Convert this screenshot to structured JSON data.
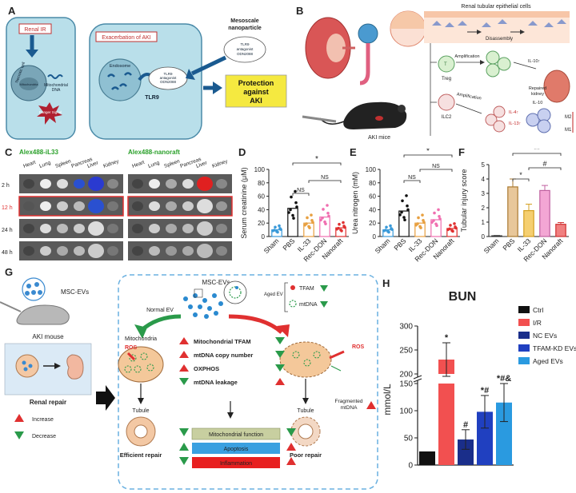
{
  "panels": {
    "A": "A",
    "B": "B",
    "C": "C",
    "D": "D",
    "E": "E",
    "F": "F",
    "G": "G",
    "H": "H"
  },
  "panel_a": {
    "renal_ir": "Renal IR",
    "necrotic_cell": "Necrotic cell",
    "mitochondria": "Mitochondria",
    "mitochondrial_dna": "Mitochondrial DNA",
    "danger_signal": "Danger Signal",
    "exacerbation": "Exacerbation of AKI",
    "endosome": "Endosome",
    "tlr9": "TLR9",
    "tlr9_antagonist": "TLR9 antagonist ODN2088",
    "mesoscale": "Mesoscale nanoparticle",
    "mesoscale_cloud": "TLR9 antagonist ODN2088",
    "protection": "Protection against AKI"
  },
  "panel_b": {
    "renal_cells": "Renal tubular epithelial cells",
    "disassembly": "Disassembly",
    "amplification1": "Amplification",
    "treg": "Treg",
    "il10": "IL-10",
    "il10r": "IL-10↑",
    "repaired": "Repaired kidney",
    "amplification2": "Amplification",
    "ilc2": "ILC2",
    "il4": "IL-4↑",
    "il13": "IL-13↑",
    "m2": "M2",
    "m1": "M1",
    "aki_mice": "AKI mice"
  },
  "panel_c": {
    "title_left": "Alex488-iL33",
    "title_right": "Alex488-nanoraft",
    "organs": [
      "Heart",
      "Lung",
      "Spleen",
      "Pancreas",
      "Liver",
      "Kidney"
    ],
    "times": [
      "2 h",
      "12 h",
      "24 h",
      "48 h"
    ]
  },
  "chart_data": [
    {
      "type": "bar",
      "panel": "D",
      "categories": [
        "Sham",
        "PBS",
        "IL-33",
        "Rec-DON",
        "Nanoraft"
      ],
      "values": [
        10,
        42,
        20,
        29,
        13
      ],
      "colors": [
        "#3a9ad9",
        "#111111",
        "#e8a040",
        "#f06fb0",
        "#e03030"
      ],
      "ylabel": "Serum creatinine (μM)",
      "ylim": [
        0,
        100
      ],
      "yticks": [
        0,
        20,
        40,
        60,
        80,
        100
      ],
      "annotations": [
        "*",
        "NS",
        "NS"
      ]
    },
    {
      "type": "bar",
      "panel": "E",
      "categories": [
        "Sham",
        "PBS",
        "IL-33",
        "Rec-DON",
        "Nanoraft"
      ],
      "values": [
        10,
        38,
        20,
        25,
        12
      ],
      "colors": [
        "#3a9ad9",
        "#111111",
        "#e8a040",
        "#f06fb0",
        "#e03030"
      ],
      "ylabel": "Urea nitrogen (mM)",
      "ylim": [
        0,
        100
      ],
      "yticks": [
        0,
        20,
        40,
        60,
        80,
        100
      ],
      "annotations": [
        "*",
        "NS",
        "NS"
      ]
    },
    {
      "type": "bar",
      "panel": "F",
      "categories": [
        "Sham",
        "PBS",
        "IL-33",
        "Rec-DON",
        "Nanoraft"
      ],
      "values": [
        0.05,
        3.45,
        1.8,
        3.2,
        0.85
      ],
      "errors": [
        0.02,
        0.55,
        0.45,
        0.35,
        0.12
      ],
      "colors": [
        "#888888",
        "#e8c79a",
        "#f5cf70",
        "#f3a6d4",
        "#f08080"
      ],
      "edgecolors": [
        "#333333",
        "#aa7a30",
        "#d4a020",
        "#c060a0",
        "#d03030"
      ],
      "ylabel": "Tubular injury score",
      "ylim": [
        0,
        5
      ],
      "yticks": [
        0,
        1,
        2,
        3,
        4,
        5
      ],
      "annotations": [
        "**",
        "*",
        "#"
      ]
    },
    {
      "type": "bar",
      "panel": "H",
      "title": "BUN",
      "categories": [
        "Ctrl",
        "I/R",
        "NC EVs",
        "TFAM-KD EVs",
        "Aged EVs"
      ],
      "values": [
        25,
        230,
        47,
        98,
        115
      ],
      "errors": [
        0,
        35,
        18,
        30,
        35
      ],
      "colors": [
        "#111111",
        "#f25050",
        "#1a2e8a",
        "#2040c0",
        "#2a9ae0"
      ],
      "ylabel": "mmol/L",
      "yticks": [
        0,
        50,
        100,
        150,
        200,
        250,
        300
      ],
      "annotations": [
        "",
        "*",
        "#",
        "*#",
        "*#&"
      ]
    }
  ],
  "panel_g": {
    "msc_evs": "MSC-EVs",
    "aki_mouse": "AKI mouse",
    "renal_repair": "Renal repair",
    "increase": "Increase",
    "decrease": "Decrease",
    "msc_evs_center": "MSC-EVs",
    "normal_ev": "Normal EV",
    "aged_ev": "Aged EV",
    "tfam": "TFAM",
    "mtdna": "mtDNA",
    "ros_left": "ROS",
    "ros_right": "ROS",
    "mitochondria": "Mitochondria",
    "rows": [
      "Mitochondrial TFAM",
      "mtDNA copy number",
      "OXPHOS",
      "mtDNA leakage"
    ],
    "fragmented": "Fragmented mtDNA",
    "tubule_left": "Tubule",
    "tubule_right": "Tubule",
    "efficient": "Efficient repair",
    "poor": "Poor repair",
    "bar_mito": "Mitochondrial function",
    "bar_apoptosis": "Apoptosis",
    "bar_inflammation": "Inflammation"
  }
}
